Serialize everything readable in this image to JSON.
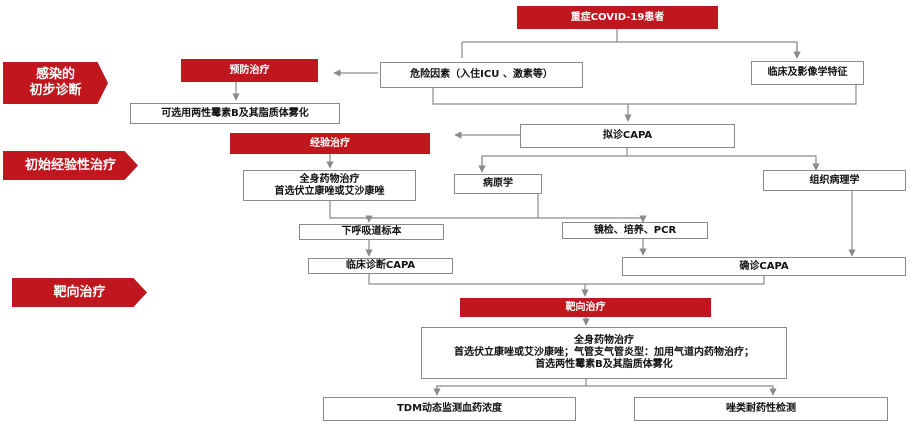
{
  "colors": {
    "accent": "#c0161d",
    "line": "#8a8a8a"
  },
  "stages": {
    "infection": [
      "感染的",
      "初步诊断"
    ],
    "empirical": "初始经验性治疗",
    "targeted": "靶向治疗"
  },
  "boxes": {
    "root": "重症COVID-19患者",
    "prevention": "预防治疗",
    "risk_factors": "危险因素（入住ICU 、激素等）",
    "clinical_features": "临床及影像学特征",
    "prevention_option": "可选用两性霉素B及其脂质体雾化",
    "empirical_therapy": "经验治疗",
    "suspected_capa": "拟诊CAPA",
    "systemic_empirical": [
      "全身药物治疗",
      "首选伏立康唑或艾沙康唑"
    ],
    "etiology": "病原学",
    "histopathology": "组织病理学",
    "lower_resp_sample": "下呼吸道标本",
    "microscopy_culture_pcr": "镜检、培养、PCR",
    "clinical_capa": "临床诊断CAPA",
    "confirmed_capa": "确诊CAPA",
    "targeted_therapy": "靶向治疗",
    "systemic_targeted": [
      "全身药物治疗",
      "首选伏立康唑或艾沙康唑；气管支气管炎型：加用气道内药物治疗；",
      "首选两性霉素B及其脂质体雾化"
    ],
    "tdm": "TDM动态监测血药浓度",
    "azole_resistance": "唑类耐药性检测"
  }
}
